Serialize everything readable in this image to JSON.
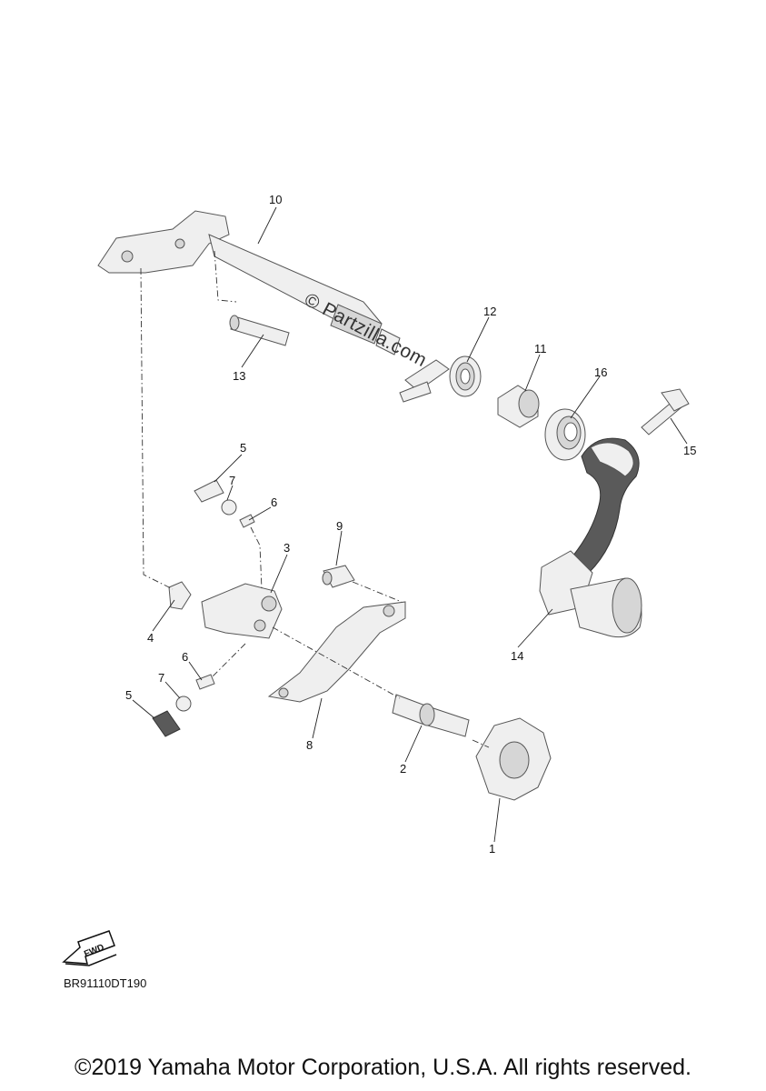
{
  "watermark": "© Partzilla.com",
  "diagram_code": "BR91110DT190",
  "copyright": "©2019 Yamaha Motor Corporation, U.S.A. All rights reserved.",
  "fwd_indicator": {
    "label": "FWD",
    "icon": "forward-arrow-icon"
  },
  "callouts": {
    "c10": "10",
    "c12": "12",
    "c11": "11",
    "c16": "16",
    "c15": "15",
    "c13": "13",
    "c5a": "5",
    "c7a": "7",
    "c6a": "6",
    "c3": "3",
    "c9": "9",
    "c4": "4",
    "c6b": "6",
    "c7b": "7",
    "c5b": "5",
    "c8": "8",
    "c2": "2",
    "c1": "1",
    "c14": "14"
  }
}
